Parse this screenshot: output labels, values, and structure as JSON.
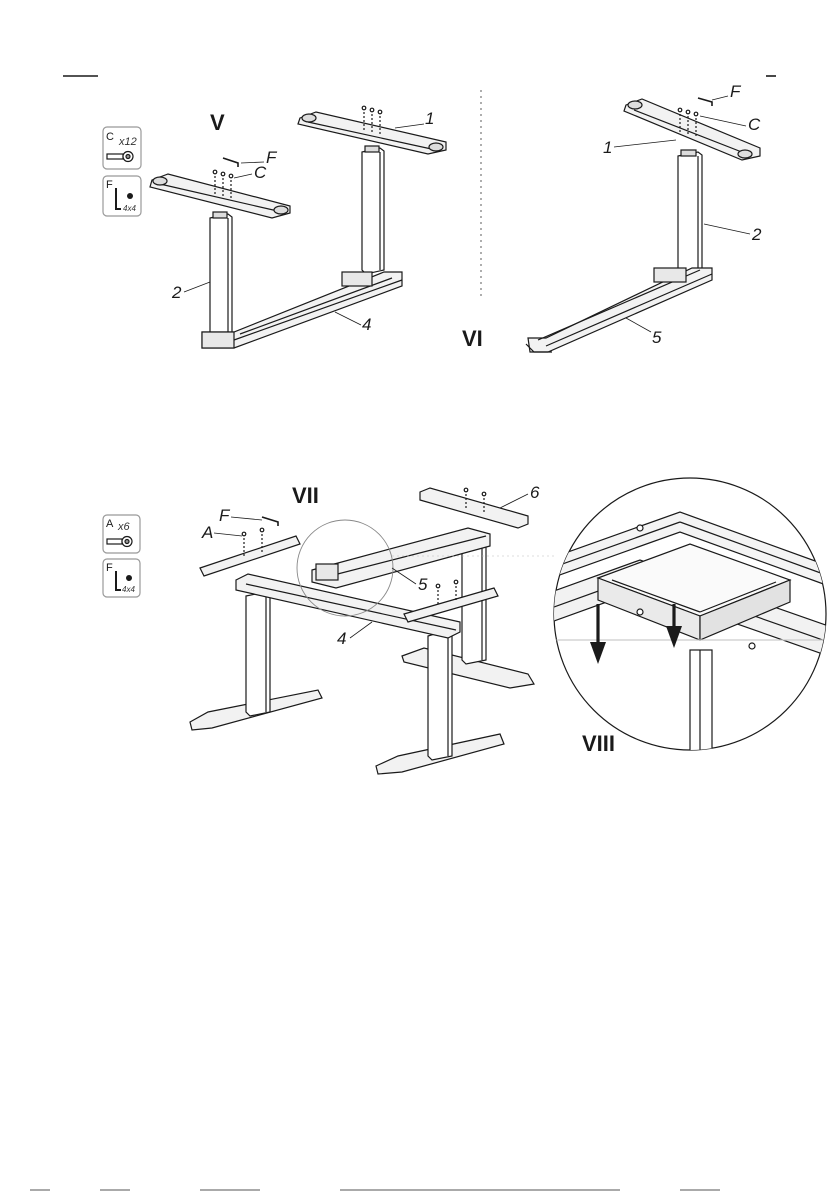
{
  "steps": {
    "v": "V",
    "vi": "VI",
    "vii": "VII",
    "viii": "VIII"
  },
  "parts": {
    "one": "1",
    "two": "2",
    "four": "4",
    "five": "5",
    "six": "6",
    "a": "A",
    "c": "C",
    "f": "F"
  },
  "hardware": {
    "c_letter": "C",
    "c_qty": "x12",
    "f_letter": "F",
    "f_size": "4x4",
    "a_letter": "A",
    "a_qty": "x6"
  },
  "icons": {
    "bolt": "bolt-icon",
    "hex_key": "hex-key-icon"
  },
  "colors": {
    "line": "#1a1a1a",
    "frame_fill": "#f2f2f2",
    "column_fill": "#ffffff"
  }
}
